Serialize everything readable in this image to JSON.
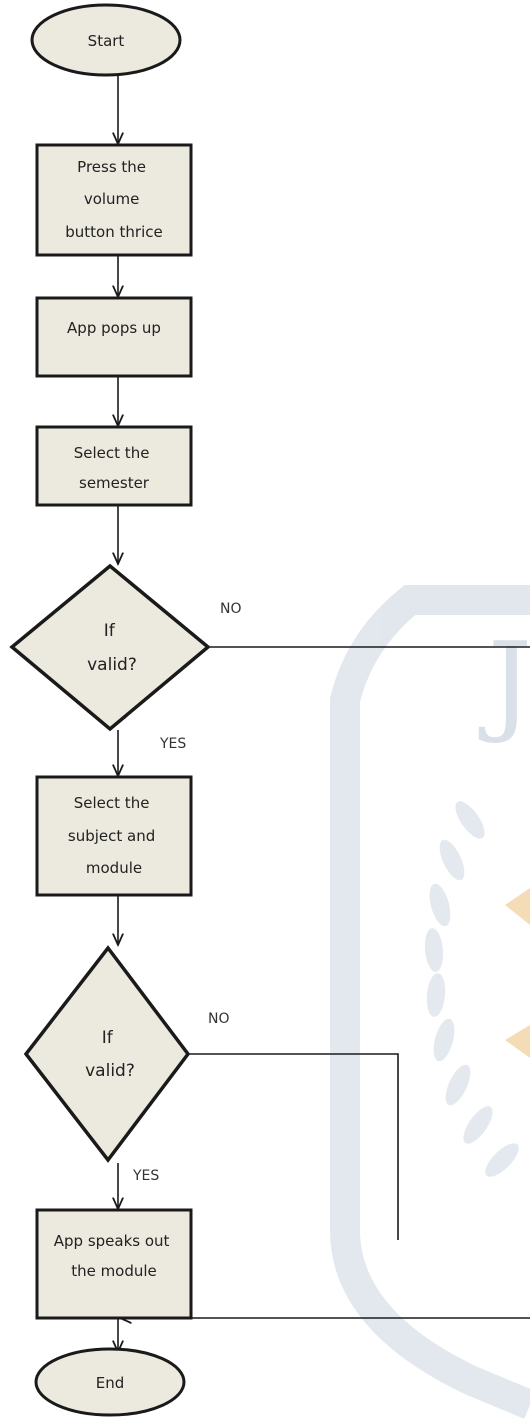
{
  "nodes": {
    "start": "Start",
    "step_press": [
      "Press the",
      "volume",
      "button thrice"
    ],
    "step_popup": "App pops up",
    "step_semester": [
      "Select the",
      "semester"
    ],
    "decision_1": [
      "If",
      "valid?"
    ],
    "step_subject": [
      "Select the",
      "subject and",
      "module"
    ],
    "decision_2": [
      "If",
      "valid?"
    ],
    "step_speak": [
      "App speaks out",
      "the module"
    ],
    "end": "End"
  },
  "edge_labels": {
    "d1_no": "NO",
    "d1_yes": "YES",
    "d2_no": "NO",
    "d2_yes": "YES"
  },
  "watermark_text": "J",
  "colors": {
    "node_fill": "#ece9df",
    "stroke": "#1a1a1a",
    "watermark": "#dfe5ec",
    "watermark_accent": "#f3d9b0"
  }
}
